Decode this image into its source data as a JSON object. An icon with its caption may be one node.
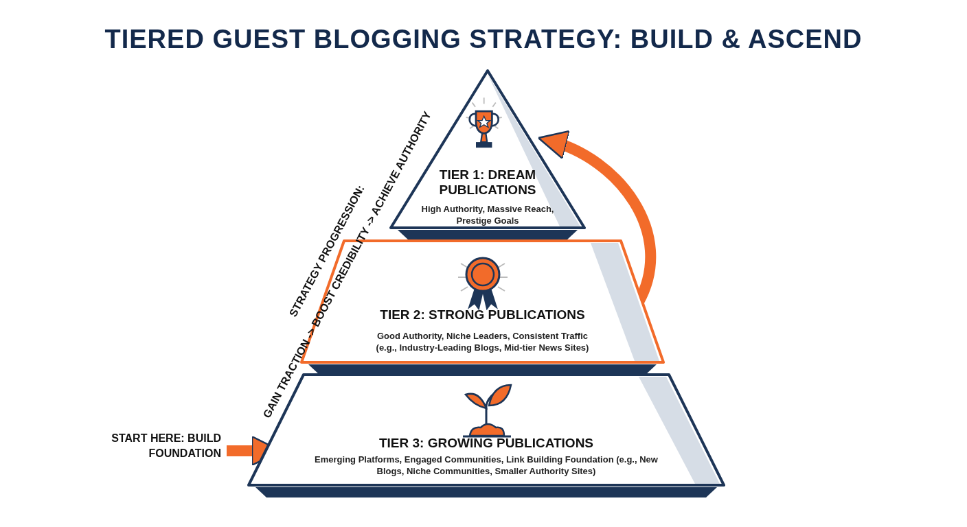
{
  "diagram": {
    "title": "TIERED GUEST BLOGGING STRATEGY: BUILD & ASCEND",
    "nodes": [
      {
        "text": [
          "TIER 1: DREAM PUBLICATIONS",
          "High Authority, Massive Reach, Prestige Goals"
        ]
      },
      {
        "text": [
          "TIER 2: STRONG PUBLICATIONS",
          "Good Authority, Niche Leaders, Consistent Traffic (e.g., Industry-Leading Blogs, Mid-tier News Sites)"
        ]
      },
      {
        "text": [
          "TIER 3: GROWING PUBLICATIONS",
          "Emerging Platforms, Engaged Communities, Link Building Foundation (e.g., New Blogs, Niche Communities, Smaller Authority Sites)"
        ]
      },
      {
        "text": [
          "START HERE: BUILD FOUNDATION"
        ]
      }
    ],
    "edges": [
      {
        "from": 1,
        "to": 0,
        "arrow": "to"
      },
      {
        "from": 3,
        "to": 2,
        "arrow": "to"
      }
    ],
    "labels": [
      "STRATEGY PROGRESSION:",
      "GAIN TRACTION -> BOOST CREDIBILITY -> ACHIEVE AUTHORITY"
    ]
  }
}
